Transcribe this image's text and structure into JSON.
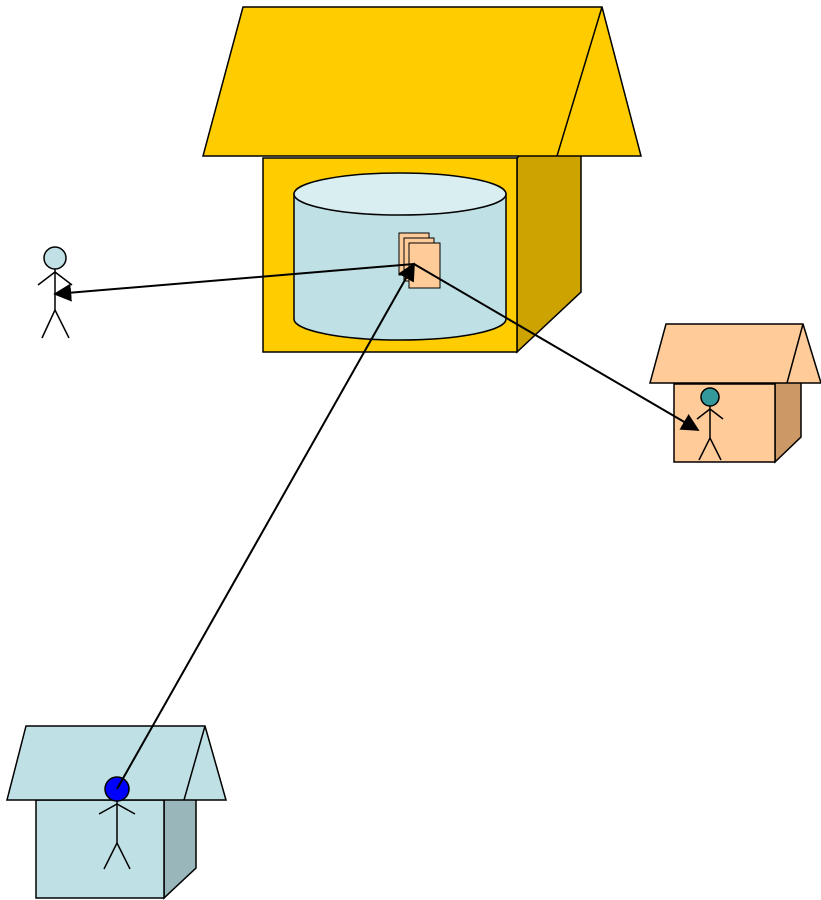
{
  "diagram": {
    "colors": {
      "background": "#ffffff",
      "outline": "#000000",
      "central_roof": "#ffcc00",
      "central_front": "#ffcc00",
      "central_side": "#cca300",
      "database_body": "#bfe0e5",
      "database_top": "#d9eef1",
      "document": "#ffcc99",
      "orange_house": "#ffcc99",
      "orange_house_side": "#cc9966",
      "blue_house": "#bfe0e5",
      "blue_house_side": "#99b6bb",
      "person_light_head": "#c0e0e6",
      "person_teal_head": "#33999a",
      "person_blue_head": "#0000ff"
    },
    "nodes": [
      {
        "id": "central-house",
        "icon": "house-icon"
      },
      {
        "id": "database",
        "icon": "database-icon"
      },
      {
        "id": "documents",
        "icon": "document-stack-icon"
      },
      {
        "id": "standalone-user",
        "icon": "person-icon"
      },
      {
        "id": "orange-house",
        "icon": "house-icon"
      },
      {
        "id": "orange-house-user",
        "icon": "person-icon"
      },
      {
        "id": "blue-house",
        "icon": "house-icon"
      },
      {
        "id": "blue-house-user",
        "icon": "person-icon"
      }
    ],
    "edges": [
      {
        "from": "documents",
        "to": "standalone-user",
        "arrow": "end"
      },
      {
        "from": "documents",
        "to": "orange-house-user",
        "arrow": "end"
      },
      {
        "from": "blue-house-user",
        "to": "documents",
        "arrow": "end"
      }
    ]
  }
}
